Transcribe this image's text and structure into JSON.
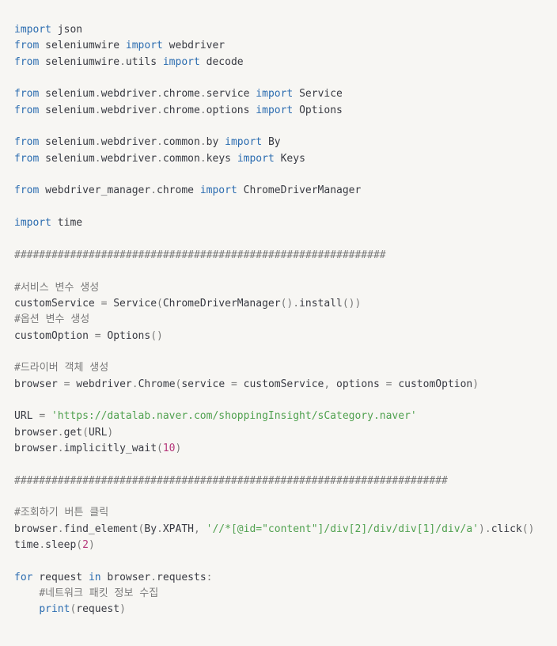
{
  "editor": {
    "language": "python",
    "colors": {
      "background": "#f7f6f3",
      "keyword": "#2b6cb0",
      "string": "#50a14f",
      "number": "#b5367a",
      "comment": "#7a7a7a",
      "punctuation": "#7a7a7a",
      "text": "#383a42"
    },
    "lines": [
      [
        [
          "kw",
          "import"
        ],
        [
          "txt",
          " json"
        ]
      ],
      [
        [
          "kw",
          "from"
        ],
        [
          "txt",
          " seleniumwire "
        ],
        [
          "kw",
          "import"
        ],
        [
          "txt",
          " webdriver"
        ]
      ],
      [
        [
          "kw",
          "from"
        ],
        [
          "txt",
          " seleniumwire"
        ],
        [
          "pun",
          "."
        ],
        [
          "txt",
          "utils "
        ],
        [
          "kw",
          "import"
        ],
        [
          "txt",
          " decode"
        ]
      ],
      [],
      [
        [
          "kw",
          "from"
        ],
        [
          "txt",
          " selenium"
        ],
        [
          "pun",
          "."
        ],
        [
          "txt",
          "webdriver"
        ],
        [
          "pun",
          "."
        ],
        [
          "txt",
          "chrome"
        ],
        [
          "pun",
          "."
        ],
        [
          "txt",
          "service "
        ],
        [
          "kw",
          "import"
        ],
        [
          "txt",
          " Service"
        ]
      ],
      [
        [
          "kw",
          "from"
        ],
        [
          "txt",
          " selenium"
        ],
        [
          "pun",
          "."
        ],
        [
          "txt",
          "webdriver"
        ],
        [
          "pun",
          "."
        ],
        [
          "txt",
          "chrome"
        ],
        [
          "pun",
          "."
        ],
        [
          "txt",
          "options "
        ],
        [
          "kw",
          "import"
        ],
        [
          "txt",
          " Options"
        ]
      ],
      [],
      [
        [
          "kw",
          "from"
        ],
        [
          "txt",
          " selenium"
        ],
        [
          "pun",
          "."
        ],
        [
          "txt",
          "webdriver"
        ],
        [
          "pun",
          "."
        ],
        [
          "txt",
          "common"
        ],
        [
          "pun",
          "."
        ],
        [
          "txt",
          "by "
        ],
        [
          "kw",
          "import"
        ],
        [
          "txt",
          " By"
        ]
      ],
      [
        [
          "kw",
          "from"
        ],
        [
          "txt",
          " selenium"
        ],
        [
          "pun",
          "."
        ],
        [
          "txt",
          "webdriver"
        ],
        [
          "pun",
          "."
        ],
        [
          "txt",
          "common"
        ],
        [
          "pun",
          "."
        ],
        [
          "txt",
          "keys "
        ],
        [
          "kw",
          "import"
        ],
        [
          "txt",
          " Keys"
        ]
      ],
      [],
      [
        [
          "kw",
          "from"
        ],
        [
          "txt",
          " webdriver_manager"
        ],
        [
          "pun",
          "."
        ],
        [
          "txt",
          "chrome "
        ],
        [
          "kw",
          "import"
        ],
        [
          "txt",
          " ChromeDriverManager"
        ]
      ],
      [],
      [
        [
          "kw",
          "import"
        ],
        [
          "txt",
          " time"
        ]
      ],
      [],
      [
        [
          "cm",
          "############################################################"
        ]
      ],
      [],
      [
        [
          "cm",
          "#서비스 변수 생성"
        ]
      ],
      [
        [
          "txt",
          "customService "
        ],
        [
          "pun",
          "="
        ],
        [
          "txt",
          " Service"
        ],
        [
          "pun",
          "("
        ],
        [
          "txt",
          "ChromeDriverManager"
        ],
        [
          "pun",
          "()."
        ],
        [
          "txt",
          "install"
        ],
        [
          "pun",
          "())"
        ]
      ],
      [
        [
          "cm",
          "#옵션 변수 생성"
        ]
      ],
      [
        [
          "txt",
          "customOption "
        ],
        [
          "pun",
          "="
        ],
        [
          "txt",
          " Options"
        ],
        [
          "pun",
          "()"
        ]
      ],
      [],
      [
        [
          "cm",
          "#드라이버 객체 생성"
        ]
      ],
      [
        [
          "txt",
          "browser "
        ],
        [
          "pun",
          "="
        ],
        [
          "txt",
          " webdriver"
        ],
        [
          "pun",
          "."
        ],
        [
          "txt",
          "Chrome"
        ],
        [
          "pun",
          "("
        ],
        [
          "txt",
          "service "
        ],
        [
          "pun",
          "="
        ],
        [
          "txt",
          " customService"
        ],
        [
          "pun",
          ","
        ],
        [
          "txt",
          " options "
        ],
        [
          "pun",
          "="
        ],
        [
          "txt",
          " customOption"
        ],
        [
          "pun",
          ")"
        ]
      ],
      [],
      [
        [
          "txt",
          "URL "
        ],
        [
          "pun",
          "="
        ],
        [
          "txt",
          " "
        ],
        [
          "str",
          "'https://datalab.naver.com/shoppingInsight/sCategory.naver'"
        ]
      ],
      [
        [
          "txt",
          "browser"
        ],
        [
          "pun",
          "."
        ],
        [
          "txt",
          "get"
        ],
        [
          "pun",
          "("
        ],
        [
          "txt",
          "URL"
        ],
        [
          "pun",
          ")"
        ]
      ],
      [
        [
          "txt",
          "browser"
        ],
        [
          "pun",
          "."
        ],
        [
          "txt",
          "implicitly_wait"
        ],
        [
          "pun",
          "("
        ],
        [
          "num",
          "10"
        ],
        [
          "pun",
          ")"
        ]
      ],
      [],
      [
        [
          "cm",
          "######################################################################"
        ]
      ],
      [],
      [
        [
          "cm",
          "#조회하기 버튼 클릭"
        ]
      ],
      [
        [
          "txt",
          "browser"
        ],
        [
          "pun",
          "."
        ],
        [
          "txt",
          "find_element"
        ],
        [
          "pun",
          "("
        ],
        [
          "txt",
          "By"
        ],
        [
          "pun",
          "."
        ],
        [
          "txt",
          "XPATH"
        ],
        [
          "pun",
          ","
        ],
        [
          "txt",
          " "
        ],
        [
          "str",
          "'//*[@id=\"content\"]/div[2]/div/div[1]/div/a'"
        ],
        [
          "pun",
          ")."
        ],
        [
          "txt",
          "click"
        ],
        [
          "pun",
          "()"
        ]
      ],
      [
        [
          "txt",
          "time"
        ],
        [
          "pun",
          "."
        ],
        [
          "txt",
          "sleep"
        ],
        [
          "pun",
          "("
        ],
        [
          "num",
          "2"
        ],
        [
          "pun",
          ")"
        ]
      ],
      [],
      [
        [
          "kw",
          "for"
        ],
        [
          "txt",
          " request "
        ],
        [
          "kw",
          "in"
        ],
        [
          "txt",
          " browser"
        ],
        [
          "pun",
          "."
        ],
        [
          "txt",
          "requests"
        ],
        [
          "pun",
          ":"
        ]
      ],
      [
        [
          "txt",
          "    "
        ],
        [
          "cm",
          "#네트워크 패킷 정보 수집"
        ]
      ],
      [
        [
          "txt",
          "    "
        ],
        [
          "kw",
          "print"
        ],
        [
          "pun",
          "("
        ],
        [
          "txt",
          "request"
        ],
        [
          "pun",
          ")"
        ]
      ]
    ]
  }
}
